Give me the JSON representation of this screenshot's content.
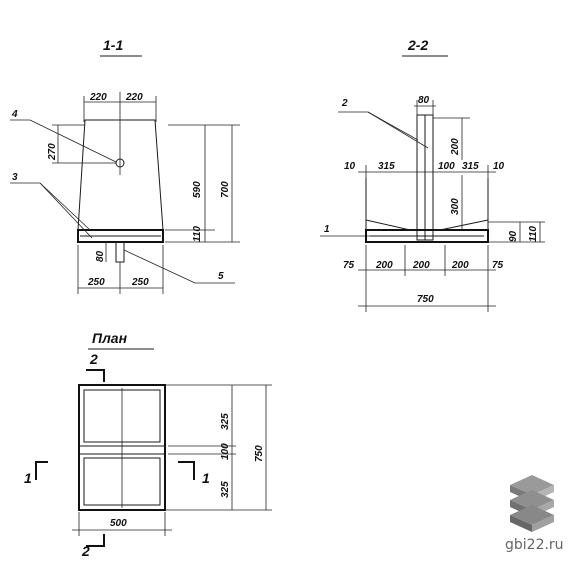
{
  "section_1_1": {
    "title": "1-1",
    "dims": {
      "top_left": "220",
      "top_right": "220",
      "d270": "270",
      "d590": "590",
      "d700": "700",
      "d110": "110",
      "d80": "80",
      "bot_left": "250",
      "bot_right": "250"
    },
    "callouts": {
      "c4": "4",
      "c3": "3",
      "c5": "5"
    }
  },
  "section_2_2": {
    "title": "2-2",
    "dims": {
      "d80": "80",
      "d200": "200",
      "d10a": "10",
      "d315a": "315",
      "d100": "100",
      "d315b": "315",
      "d10b": "10",
      "d300": "300",
      "d90": "90",
      "d110": "110",
      "d75a": "75",
      "d200a": "200",
      "d200b": "200",
      "d200c": "200",
      "d75b": "75",
      "d750": "750"
    },
    "callouts": {
      "c2": "2",
      "c1": "1"
    }
  },
  "plan": {
    "title": "План",
    "dims": {
      "d325a": "325",
      "d100": "100",
      "d325b": "325",
      "d750": "750",
      "d500": "500"
    },
    "cuts": {
      "top": "2",
      "bottom": "2",
      "left": "1",
      "right": "1"
    }
  },
  "watermark": {
    "text": "gbi22.ru"
  }
}
